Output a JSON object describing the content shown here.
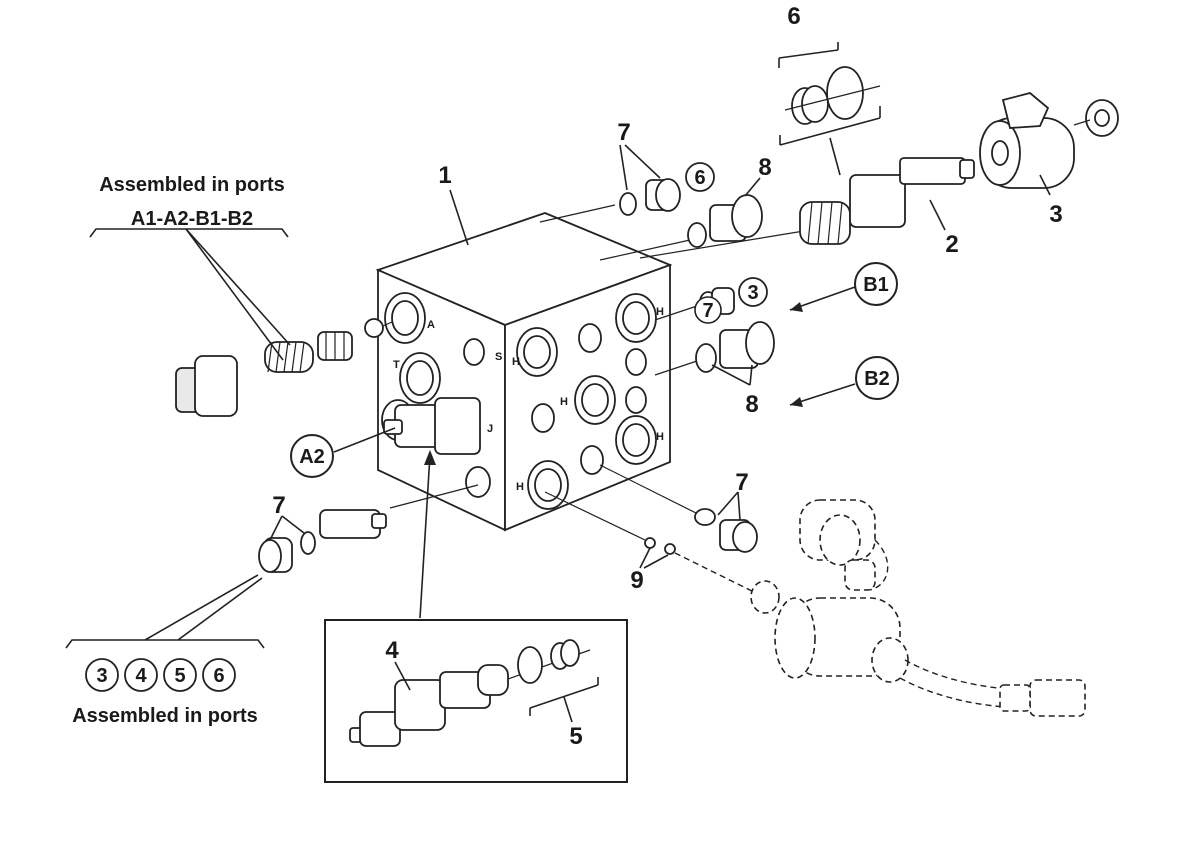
{
  "labels": {
    "top_caption_line1": "Assembled in ports",
    "top_caption_line2": "A1-A2-B1-B2",
    "bottom_caption": "Assembled in ports",
    "port_B1": "B1",
    "port_B2": "B2",
    "port_A2": "A2"
  },
  "part_numbers": {
    "p1": "1",
    "p2": "2",
    "p3": "3",
    "p4": "4",
    "p5": "5",
    "p6_top": "6",
    "p7_top": "7",
    "p8_top": "8",
    "p8_mid": "8",
    "p7_right": "7",
    "p7_left": "7",
    "p9": "9"
  },
  "circled_refs": {
    "top_6": "6",
    "right_3": "3",
    "right_7": "7",
    "bottom_3": "3",
    "bottom_4": "4",
    "bottom_5": "5",
    "bottom_6": "6"
  },
  "colors": {
    "line": "#222222",
    "fill": "#ffffff",
    "shade": "#e9e9e9"
  }
}
